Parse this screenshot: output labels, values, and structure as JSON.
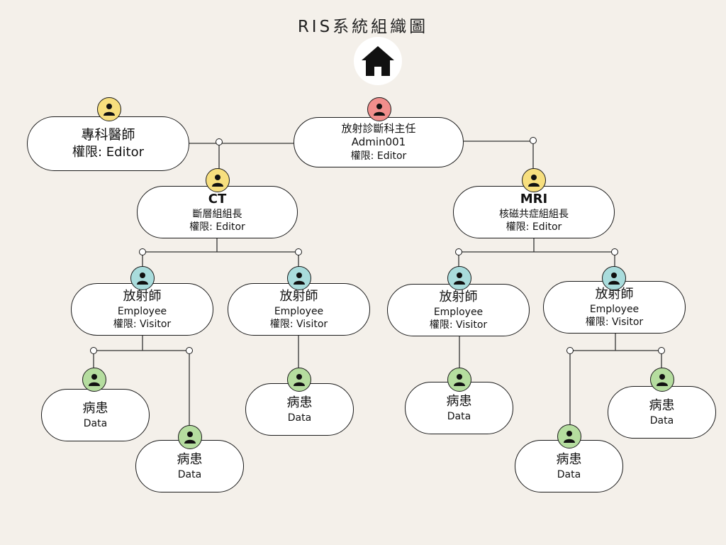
{
  "title": "RIS系統組織圖",
  "colors": {
    "background": "#f4f0ea",
    "avatar_red": "#f08e8c",
    "avatar_yellow": "#f7df7e",
    "avatar_teal": "#a9dcdc",
    "avatar_green": "#b5dd9f"
  },
  "nodes": {
    "specialist": {
      "line1": "專科醫師",
      "line3": "權限:  Editor"
    },
    "director": {
      "line1": "放射診斷科主任",
      "line2": "Admin001",
      "line3": "權限: Editor"
    },
    "ct": {
      "line1": "CT",
      "line2": "斷層組組長",
      "line3": "權限: Editor"
    },
    "mri": {
      "line1": "MRI",
      "line2": "核磁共症組組長",
      "line3": "權限: Editor"
    },
    "radiographer": {
      "line1": "放射師",
      "line2": "Employee",
      "line3": "權限:  Visitor"
    },
    "patient": {
      "line1": "病患",
      "line2": "Data"
    }
  }
}
